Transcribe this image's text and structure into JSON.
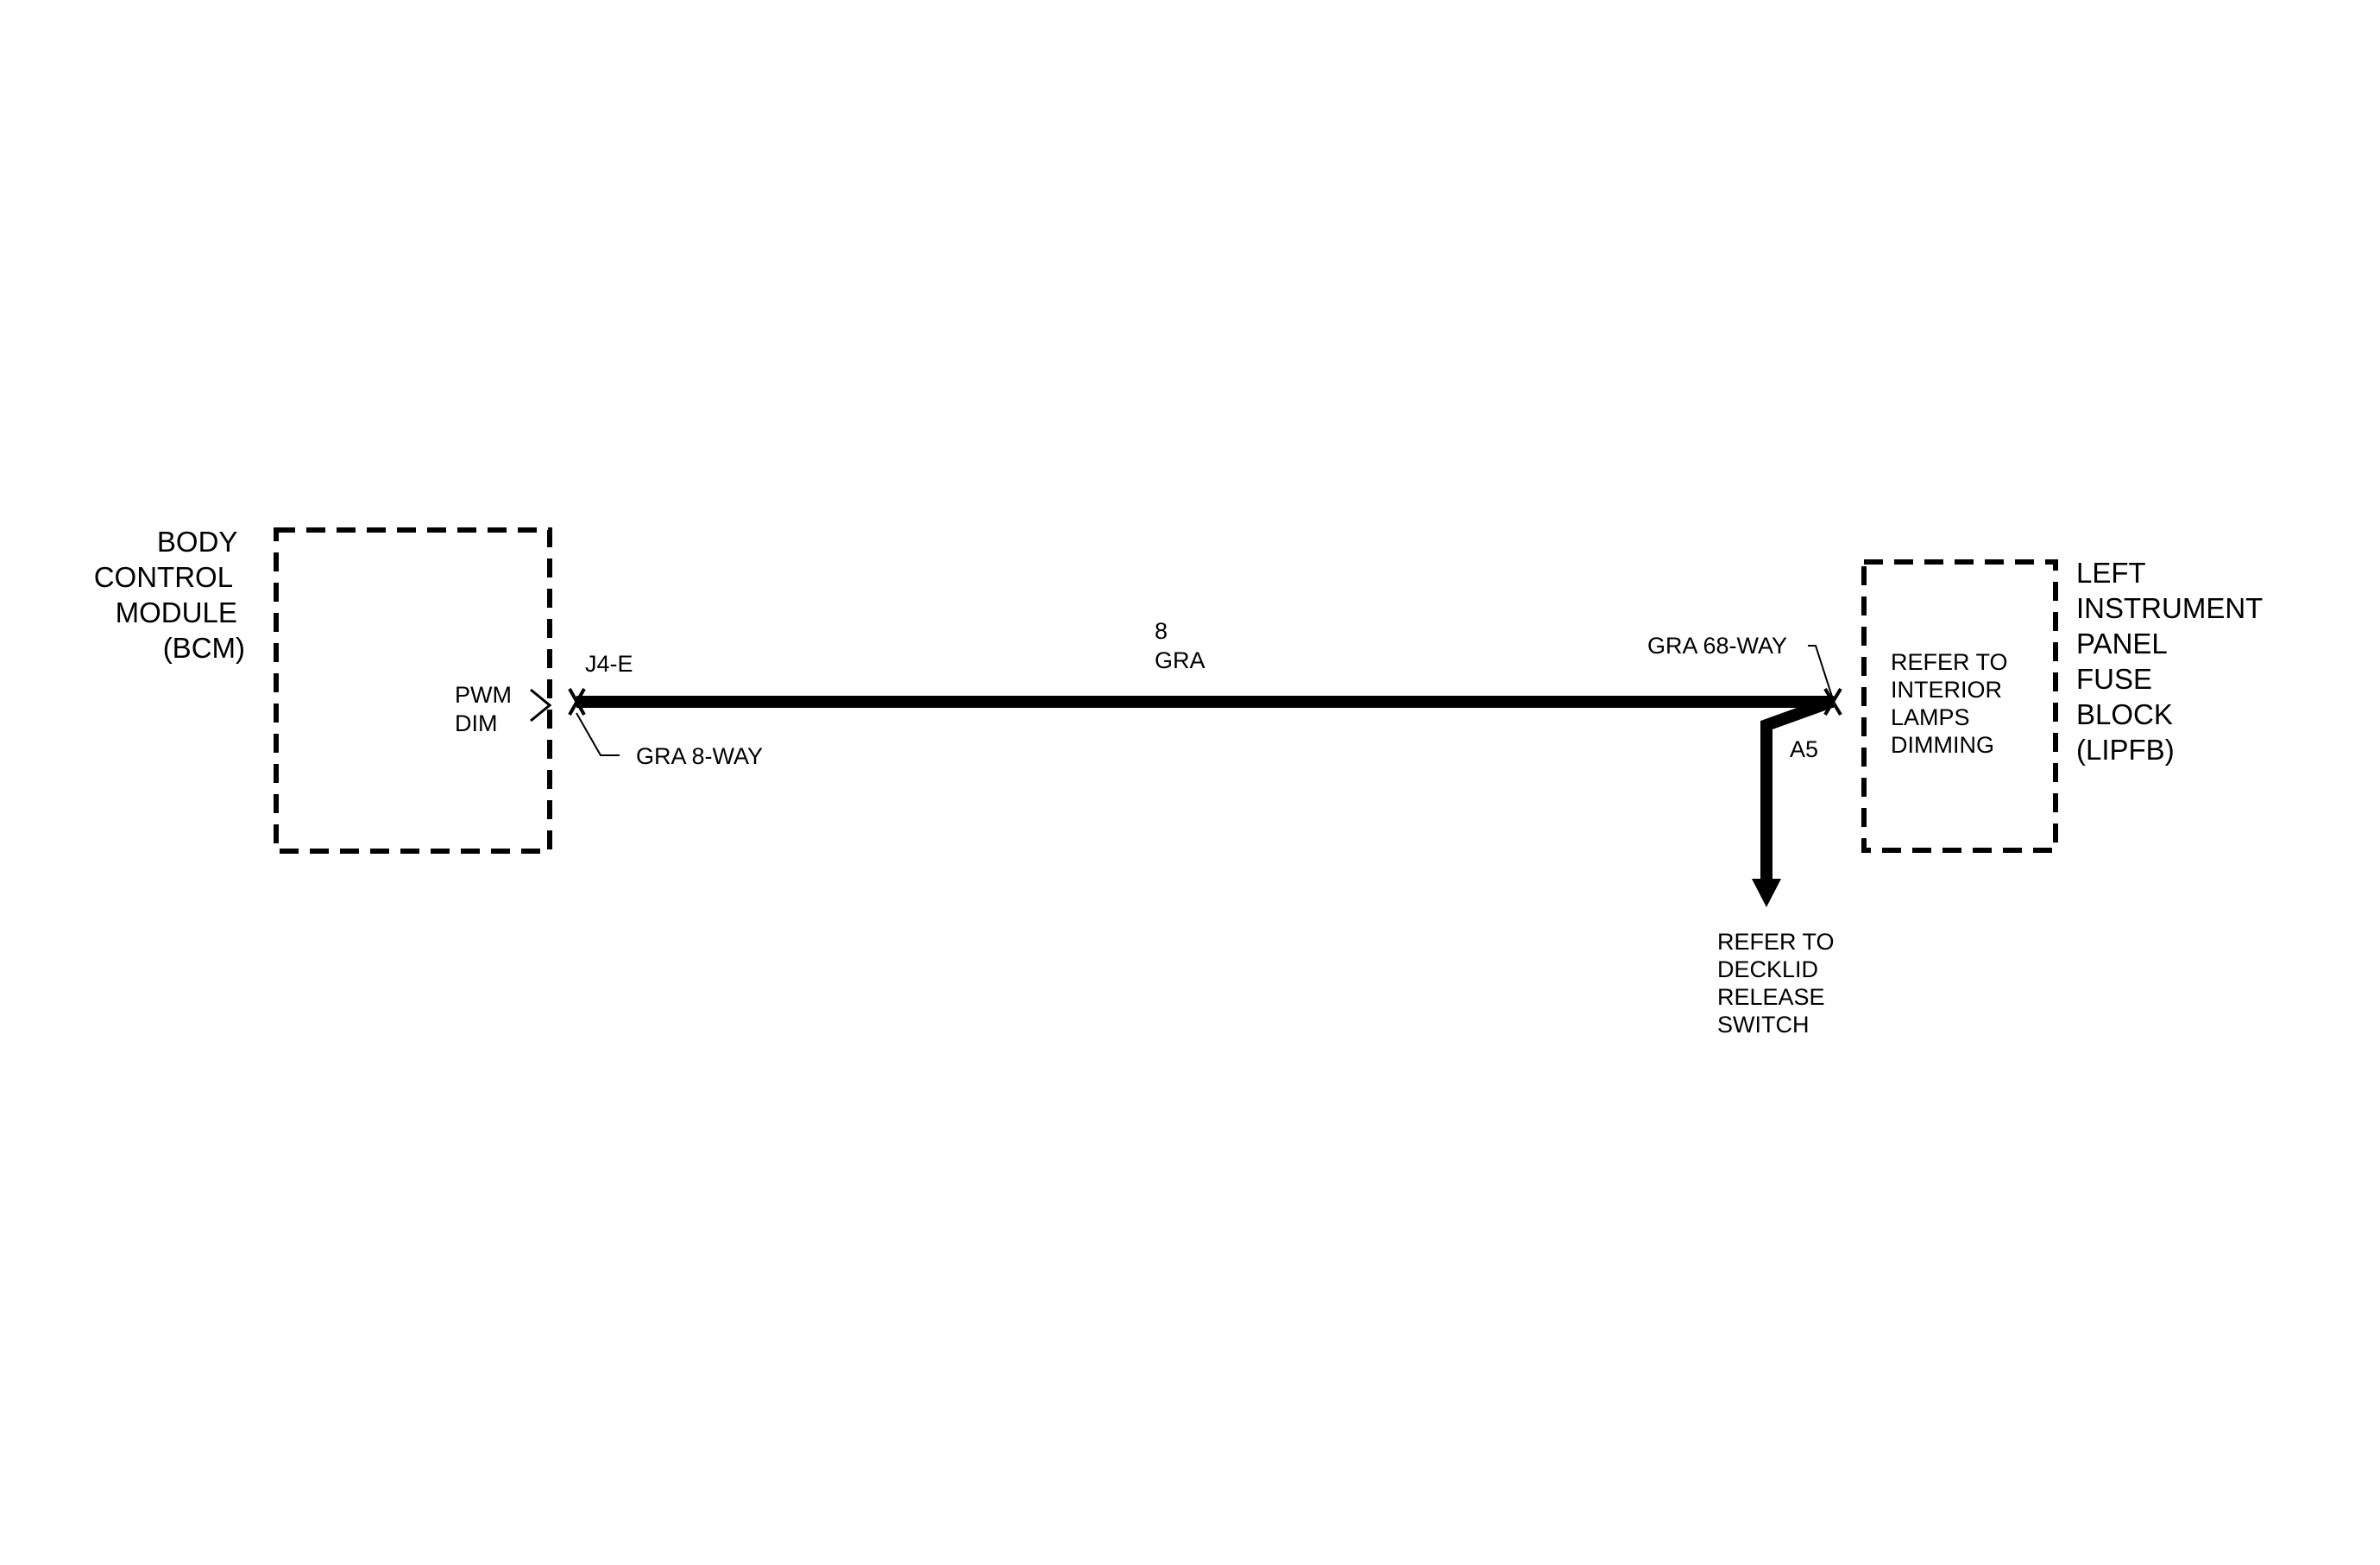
{
  "components": {
    "bcm": {
      "name_lines": [
        "BODY",
        "CONTROL",
        "MODULE",
        "(BCM)"
      ],
      "pin_label_lines": [
        "PWM",
        "DIM"
      ]
    },
    "lipfb": {
      "name_lines": [
        "LEFT",
        "INSTRUMENT",
        "PANEL",
        "FUSE",
        "BLOCK",
        "(LIPFB)"
      ],
      "inner_text_lines": [
        "REFER TO",
        "INTERIOR",
        "LAMPS",
        "DIMMING"
      ]
    }
  },
  "connectors": {
    "bcm_side": {
      "pin": "J4-E",
      "description": "GRA 8-WAY"
    },
    "lipfb_side": {
      "pin": "A5",
      "description": "GRA 68-WAY"
    }
  },
  "wire": {
    "circuit": "8",
    "color": "GRA"
  },
  "branch": {
    "reference_lines": [
      "REFER TO",
      "DECKLID",
      "RELEASE",
      "SWITCH"
    ]
  }
}
